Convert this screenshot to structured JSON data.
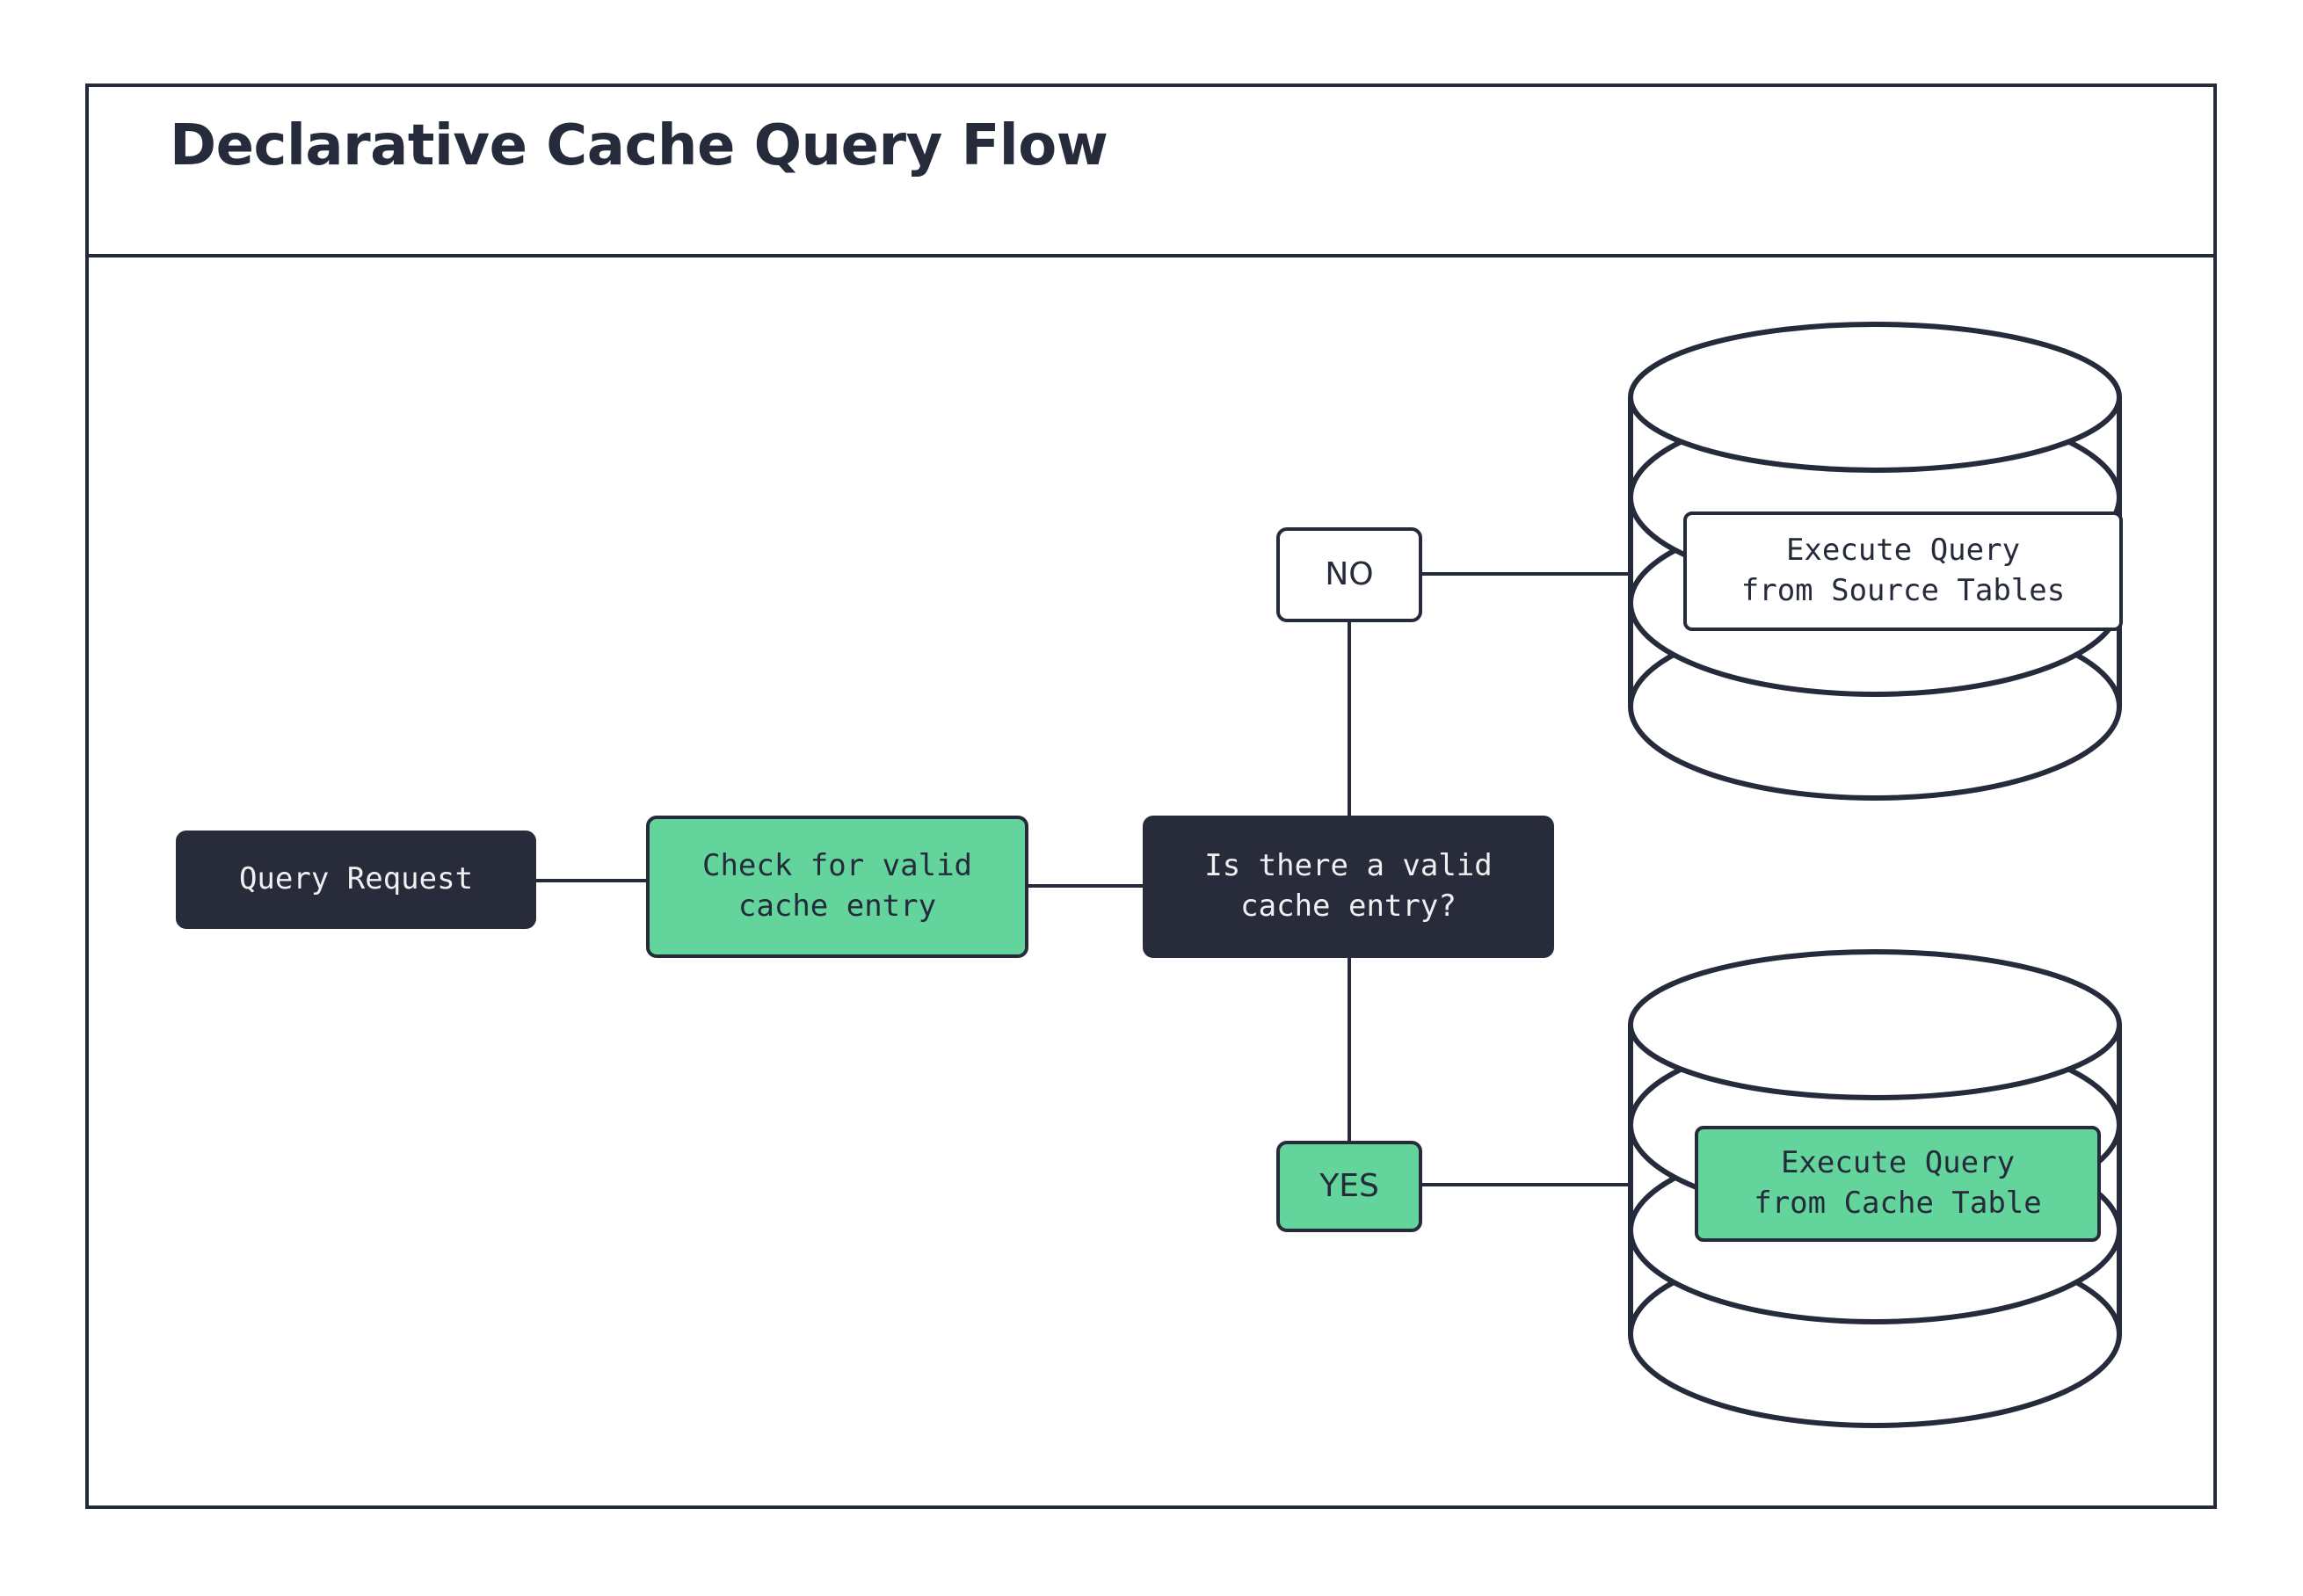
{
  "diagram": {
    "title": "Declarative Cache Query Flow",
    "colors": {
      "dark": "#272b3a",
      "green": "#63d49b",
      "white": "#ffffff",
      "stroke": "#252b3a"
    },
    "nodes": {
      "query_request": "Query Request",
      "check_cache": "Check for valid\ncache entry",
      "decision": "Is there a valid\ncache entry?",
      "execute_source": "Execute Query\nfrom Source Tables",
      "execute_cache": "Execute Query\nfrom Cache Table"
    },
    "branches": {
      "no": "NO",
      "yes": "YES"
    },
    "databases": {
      "source_label": "Execute Query\nfrom Source Tables",
      "cache_label": "Execute Query\nfrom Cache Table"
    }
  }
}
